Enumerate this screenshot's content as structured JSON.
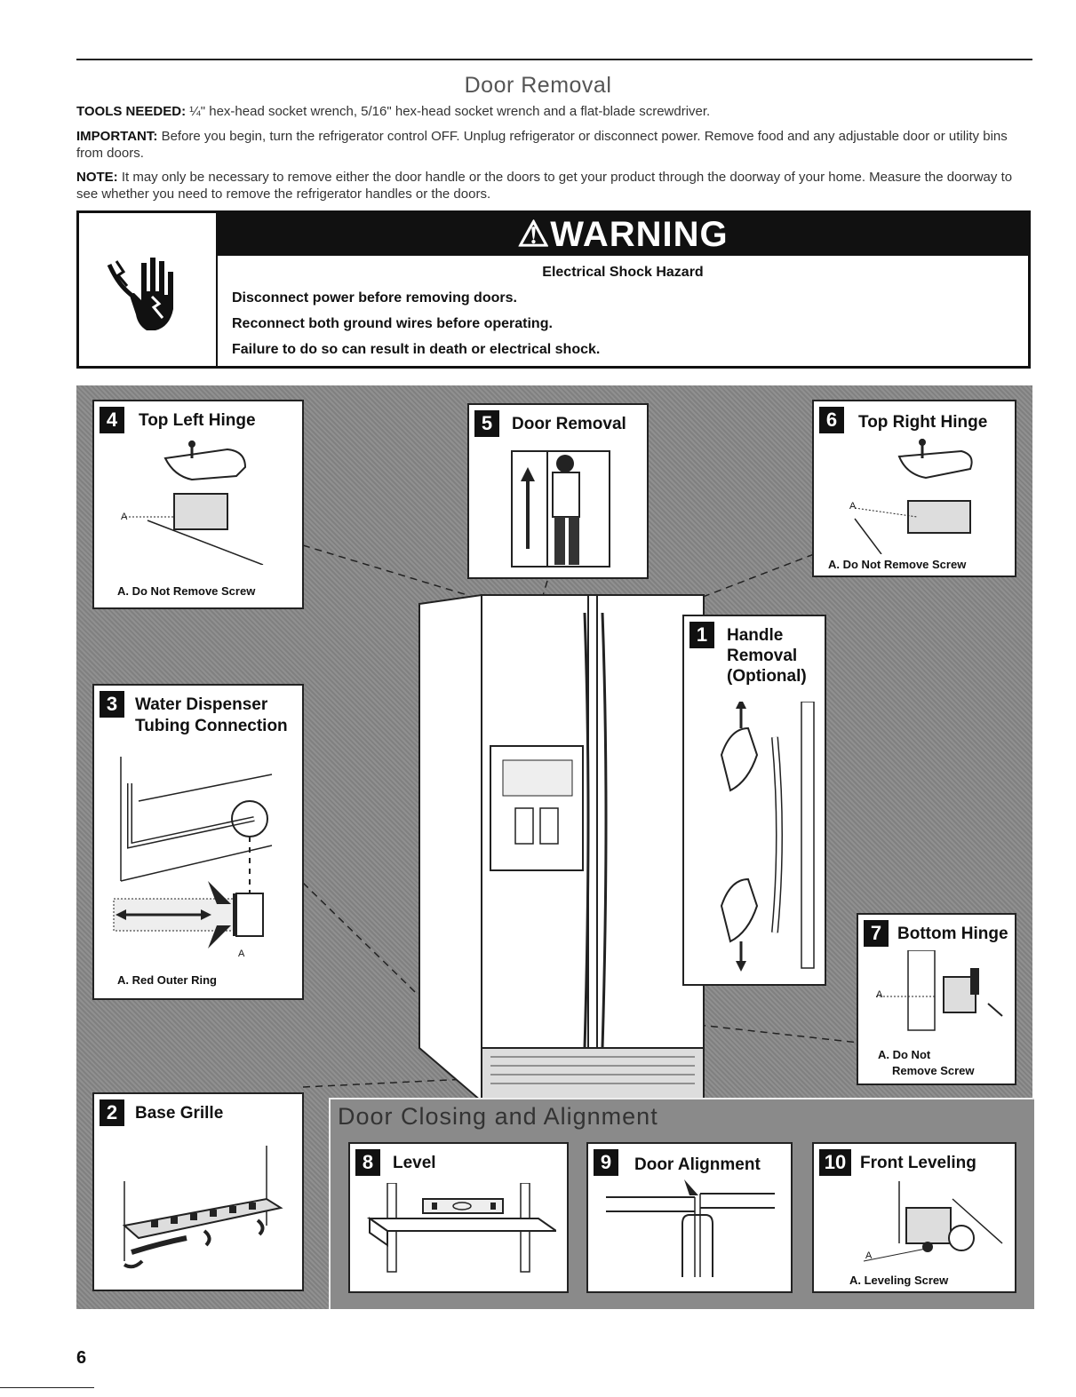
{
  "header": {
    "title": "Door Removal"
  },
  "tools": {
    "label": "TOOLS NEEDED:",
    "text": "¼\" hex-head socket wrench, 5/16\" hex-head socket wrench and a flat-blade screwdriver."
  },
  "important": {
    "label": "IMPORTANT:",
    "text": "Before you begin, turn the refrigerator control OFF. Unplug refrigerator or disconnect power. Remove food and any adjustable door or utility bins from doors."
  },
  "note": {
    "label": "NOTE:",
    "text": "It may only be necessary to remove either the door handle or the doors to get your product through the doorway of your home. Measure the doorway to see whether you need to remove the refrigerator handles or the doors."
  },
  "warning": {
    "banner": "⚠WARNING",
    "hazard": "Electrical Shock Hazard",
    "lines": [
      "Disconnect power before removing doors.",
      "Reconnect both ground wires before operating.",
      "Failure to do so can result in death or electrical shock."
    ]
  },
  "steps": {
    "s4": {
      "num": "4",
      "title": "Top Left Hinge",
      "caption": "A. Do Not Remove Screw",
      "label": "A"
    },
    "s5": {
      "num": "5",
      "title": "Door Removal"
    },
    "s6": {
      "num": "6",
      "title": "Top Right Hinge",
      "caption": "A. Do Not Remove Screw",
      "label": "A"
    },
    "s1": {
      "num": "1",
      "title_l1": "Handle",
      "title_l2": "Removal",
      "title_l3": "(Optional)"
    },
    "s3": {
      "num": "3",
      "title_l1": "Water Dispenser",
      "title_l2": "Tubing Connection",
      "caption": "A. Red Outer Ring",
      "label": "A"
    },
    "s7": {
      "num": "7",
      "title": "Bottom Hinge",
      "caption_l1": "A. Do Not",
      "caption_l2": "Remove Screw",
      "label": "A"
    },
    "s2": {
      "num": "2",
      "title": "Base Grille"
    },
    "s8": {
      "num": "8",
      "title": "Level"
    },
    "s9": {
      "num": "9",
      "title": "Door Alignment"
    },
    "s10": {
      "num": "10",
      "title": "Front Leveling",
      "caption": "A. Leveling Screw",
      "label": "A"
    }
  },
  "door_closing": {
    "title": "Door Closing and Alignment"
  },
  "footer": {
    "page_number": "6"
  }
}
